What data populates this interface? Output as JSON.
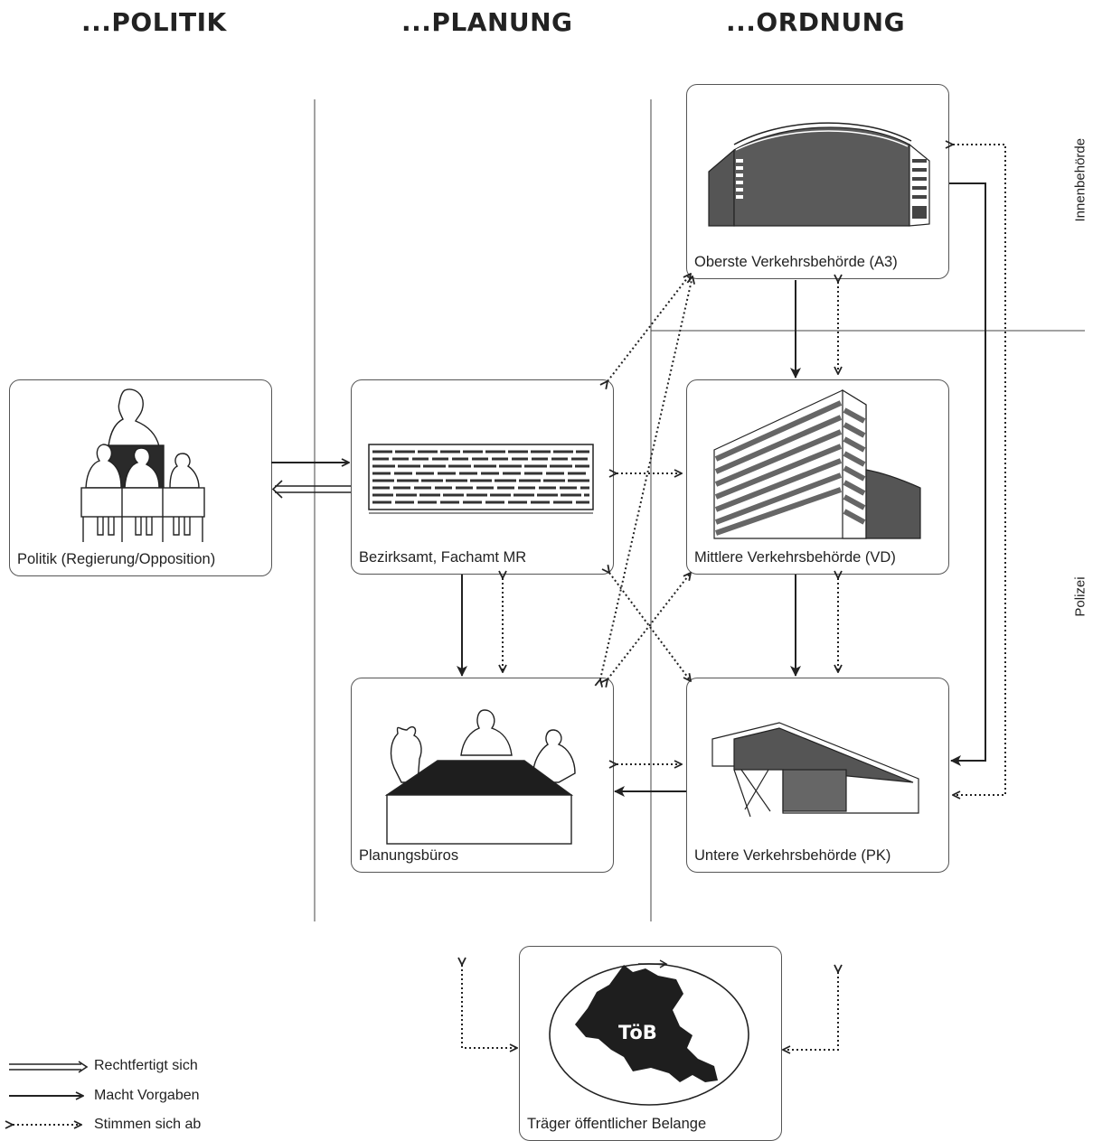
{
  "columns": {
    "politik": "...POLITIK",
    "planung": "...PLANUNG",
    "ordnung": "...ORDNUNG"
  },
  "side_labels": {
    "innenbehoerde": "Innenbehörde",
    "polizei": "Polizei"
  },
  "boxes": {
    "politik": "Politik (Regierung/Opposition)",
    "bezirksamt": "Bezirksamt, Fachamt MR",
    "planungsbueros": "Planungsbüros",
    "oberste": "Oberste Verkehrsbehörde (A3)",
    "mittlere": "Mittlere Verkehrsbehörde (VD)",
    "untere": "Untere Verkehrsbehörde (PK)",
    "toeb": "Träger öffentlicher Belange",
    "toeb_badge": "TöB"
  },
  "legend": {
    "justifies": "Rechtfertigt sich",
    "prescribes": "Macht Vorgaben",
    "coordinates": "Stimmen sich ab"
  },
  "icons": {
    "politik": "meeting-people-icon",
    "bezirksamt": "office-building-icon",
    "planungsbueros": "planners-at-table-icon",
    "oberste": "curved-building-icon",
    "mittlere": "highrise-building-icon",
    "untere": "police-building-icon",
    "toeb": "district-map-icon"
  }
}
